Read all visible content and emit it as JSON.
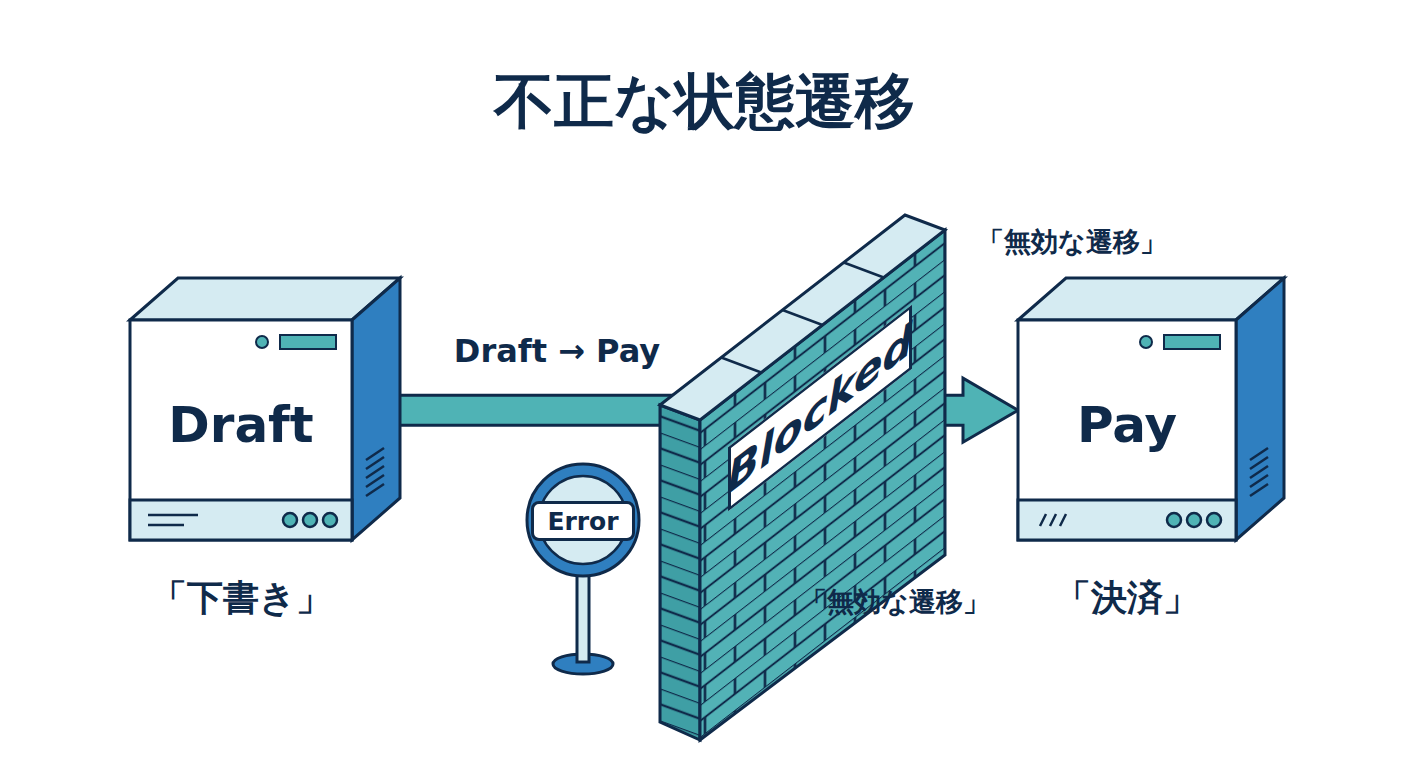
{
  "diagram": {
    "title": "不正な状態遷移",
    "nodes": [
      {
        "text": [
          "Draft",
          "「下書き」"
        ]
      },
      {
        "text": [
          "Pay",
          "「決済」"
        ]
      }
    ],
    "edges": [
      {
        "from": 0,
        "to": 1,
        "arrow": "to",
        "label": "Draft → Pay"
      }
    ],
    "labels": [
      "「無効な遷移」",
      "Blocked",
      "Error",
      "「無効な遷移」"
    ]
  }
}
